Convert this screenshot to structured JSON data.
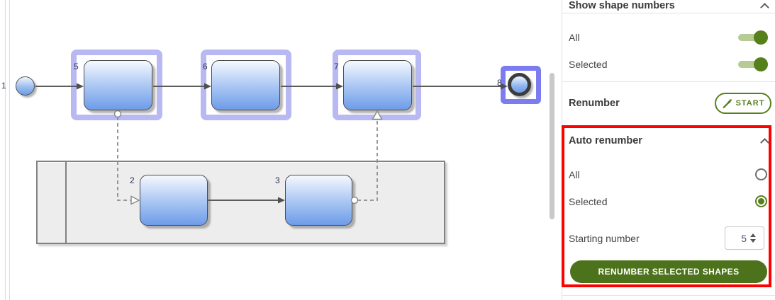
{
  "canvas": {
    "shape_numbers": {
      "start": "1",
      "task2": "2",
      "task3": "3",
      "task5": "5",
      "task6": "6",
      "task7": "7",
      "end": "8"
    }
  },
  "panel": {
    "show_shape_numbers_title": "Show shape numbers",
    "toggle_all_label": "All",
    "toggle_selected_label": "Selected",
    "renumber_label": "Renumber",
    "start_button_label": "START",
    "auto_renumber_title": "Auto renumber",
    "radio_all_label": "All",
    "radio_selected_label": "Selected",
    "starting_number_label": "Starting number",
    "starting_number_value": "5",
    "renumber_selected_button_label": "RENUMBER SELECTED SHAPES",
    "icons": {
      "show_shape_numbers_collapse": "chevron-up-icon",
      "auto_renumber_collapse": "chevron-up-icon",
      "start_button": "wand-icon",
      "stepper_up": "triangle-up-icon",
      "stepper_down": "triangle-down-icon"
    }
  },
  "colors": {
    "accent_green": "#57801d",
    "button_green": "#4d721c",
    "toggle_track_green": "#b7cb94",
    "selection_highlight": "#b8b8f3",
    "selection_highlight_strong": "#7c7cf1",
    "annotation_red": "#fe0000",
    "shape_gradient_top": "#f5f9ff",
    "shape_gradient_bottom": "#6d9ce9"
  }
}
